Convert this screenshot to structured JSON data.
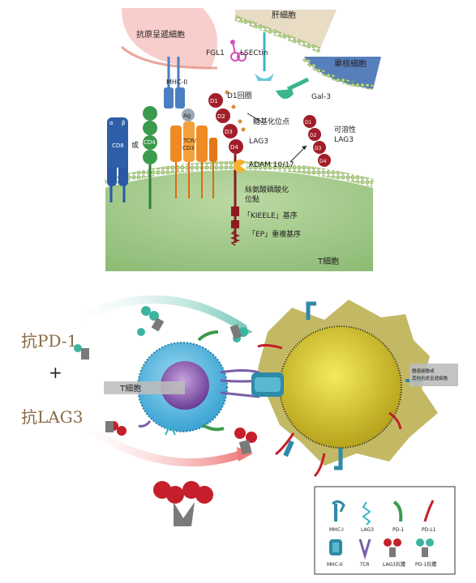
{
  "top": {
    "apc_label": "抗原呈遞細胞",
    "liver_label": "肝細胞",
    "mono_label": "單核細胞",
    "fgl1": "FGL1",
    "lsectin": "LSECtin",
    "gal3": "Gal-3",
    "mhc2": "MHC-II",
    "ag": "Ag",
    "tcr": "TCR/",
    "cd3": "CD3",
    "alpha": "α",
    "beta": "β",
    "cd8": "CD8",
    "or": "或",
    "cd4": "CD4",
    "d1_loop": "D1回圈",
    "glyco": "糖基化位点",
    "lag3": "LAG3",
    "adam": "ADAM 10/17",
    "soluble1": "可溶性",
    "soluble2": "LAG3",
    "ser1": "絲氨酸磷酸化",
    "ser2": "位點",
    "kieele": "「KIEELE」基序",
    "ep": "「EP」重複基序",
    "tcell": "T細胞",
    "domains": [
      "D1",
      "D2",
      "D3",
      "D4"
    ]
  },
  "bottom": {
    "anti_pd1": "抗PD-1",
    "plus": "+",
    "anti_lag3": "抗LAG3",
    "tcell": "T細胞",
    "tumor_line1": "腫瘤細胞或",
    "tumor_line2": "其他抗原呈遞細胞"
  },
  "legend": {
    "items": [
      "MHC-I",
      "LAG3",
      "PD-1",
      "PD-L1",
      "MHC-II",
      "TCR",
      "LAG3抗體",
      "PD-1抗體"
    ]
  }
}
